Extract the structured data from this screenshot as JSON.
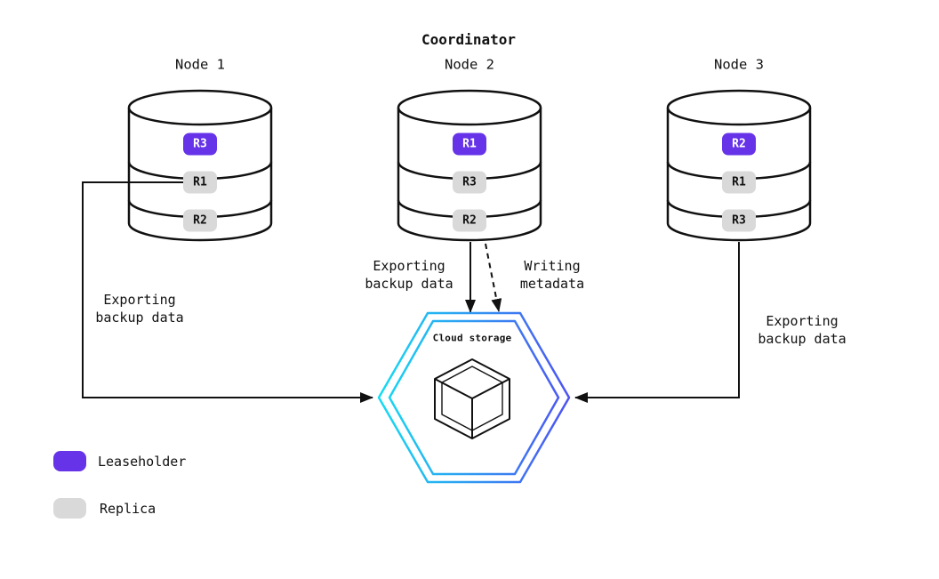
{
  "title": "Coordinator",
  "nodes": [
    {
      "label": "Node 1",
      "replicas": [
        {
          "id": "R3",
          "type": "leaseholder"
        },
        {
          "id": "R1",
          "type": "replica"
        },
        {
          "id": "R2",
          "type": "replica"
        }
      ]
    },
    {
      "label": "Node 2",
      "replicas": [
        {
          "id": "R1",
          "type": "leaseholder"
        },
        {
          "id": "R3",
          "type": "replica"
        },
        {
          "id": "R2",
          "type": "replica"
        }
      ]
    },
    {
      "label": "Node 3",
      "replicas": [
        {
          "id": "R2",
          "type": "leaseholder"
        },
        {
          "id": "R1",
          "type": "replica"
        },
        {
          "id": "R3",
          "type": "replica"
        }
      ]
    }
  ],
  "edges": {
    "node1_export": "Exporting\nbackup data",
    "node2_export": "Exporting\nbackup data",
    "node2_metadata": "Writing\nmetadata",
    "node3_export": "Exporting\nbackup data"
  },
  "cloud": {
    "label": "Cloud storage"
  },
  "legend": [
    {
      "label": "Leaseholder",
      "type": "leaseholder"
    },
    {
      "label": "Replica",
      "type": "replica"
    }
  ],
  "colors": {
    "leaseholder": "#6633e8",
    "replica": "#d9d9d9",
    "hexagon_gradient_start": "#14dcf2",
    "hexagon_gradient_end": "#4e52f2",
    "line": "#111111"
  }
}
